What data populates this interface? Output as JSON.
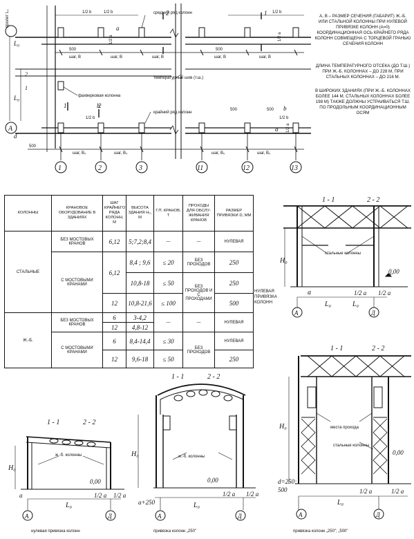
{
  "notes": {
    "top_right": "а, b – размер сечения (габарит) ж.-б. или стальной колонны при нулевой привязке колонн (а=0) координационная ось крайнего ряда колонн совмещена с торцевой гранью сечения колонн",
    "temperature": "Длина температурного отсека (до т.ш.) при ж.-б. колоннах – до 228 м, при стальных колоннах – до 216 м.",
    "wide": "В широких зданиях (при ж.-б. колоннах более 144 м, стальных колоннах более 198 м) также должны устраиваться т.ш. по продольным координационным осям"
  },
  "plan": {
    "labels": {
      "span": "пролет L₀",
      "middle_row": "средний ряд колонн",
      "temp_joint": "температурный шов (т.ш.)",
      "halfwood": "фахверковая колонна",
      "edge_row": "крайний ряд колонн",
      "step_b": "шаг, В",
      "step_b0": "шаг, В₀",
      "d500": "500",
      "half_b": "1/2 b",
      "half_a": "1/2 a",
      "a": "а",
      "b": "b",
      "L0": "L₀",
      "d": "d",
      "n1": "1",
      "n2": "2",
      "ax_A": "А"
    },
    "axes": [
      "1",
      "2",
      "3",
      "11",
      "12",
      "13"
    ]
  },
  "table": {
    "headers": [
      "Колонны",
      "Крановое оборудование в зданиях",
      "Шаг крайнего ряда колонн, м",
      "Высота здания H₀, м",
      "Г.П. кранов, т",
      "Проходы для обслу-живания кранов",
      "Размер привязки d, мм"
    ],
    "rows": {
      "steel": "Стальные",
      "rc": "Ж.-б.",
      "no_crane": "Без мостовых кранов",
      "with_crane": "С мостовыми кранами",
      "no_pass": "Без проходов",
      "with_pass": "Без проходов и с проходами",
      "dash": "—",
      "zero": "нулевая",
      "v612": "6,12",
      "v6": "6",
      "v12": "12",
      "h1": "5;7,2;8,4",
      "h2": "8,4 ; 9,6",
      "h3": "10,8-18",
      "h4": "10,8-21,6",
      "h5": "3-4,2",
      "h6": "4,8-12",
      "h7": "8,4-14,4",
      "h8": "9,6-18",
      "c20": "≤ 20",
      "c50": "≤ 50",
      "c100": "≤ 100",
      "c30": "≤ 30",
      "d250": "250",
      "d500": "500"
    }
  },
  "sections": {
    "s11": "1 - 1",
    "s22": "2 - 2",
    "steel_cols": "стальные колонны",
    "rc_cols": "ж.-б. колонны",
    "pass_places": "места прохода",
    "steel_cols2": "стальные колонны",
    "zero_bind": "нулевая привязка колонн",
    "zero_bind2": "нулевая привязка колонн",
    "bind250": "привязка колонн „250\"",
    "bind250_500": "привязка колонн „250\"; „500\"",
    "H0": "H₀",
    "L0": "L₀",
    "a": "a",
    "half_a": "1/2 a",
    "lvl": "0,00",
    "A": "А",
    "D": "Д",
    "a250": "a+250",
    "d250": "d=250;",
    "d500": "500"
  }
}
